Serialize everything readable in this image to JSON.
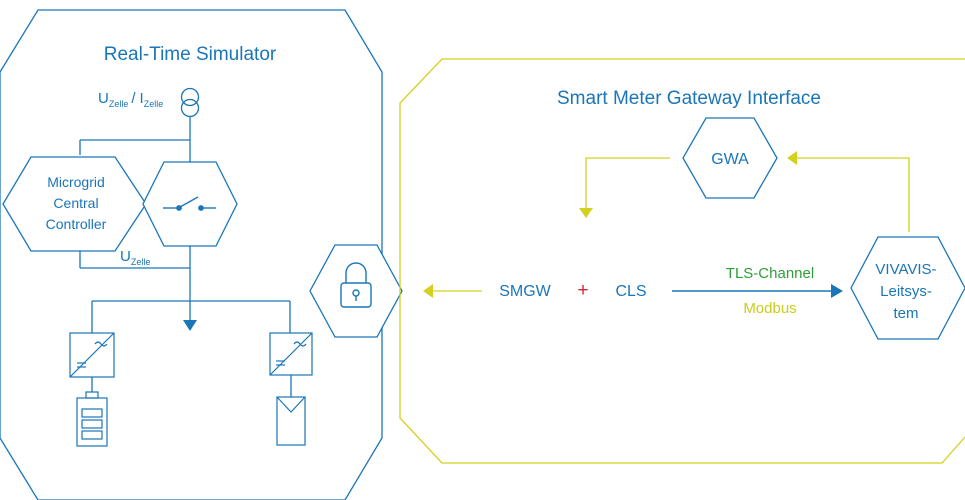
{
  "colors": {
    "blue": "#1a76b8",
    "yellow": "#d2d11e",
    "green": "#2f9e3a",
    "red": "#d8242f"
  },
  "simulator": {
    "title": "Real-Time Simulator",
    "u_label": "U",
    "u_sub": "Zelle",
    "i_label": "I",
    "i_sub": "Zelle",
    "slash": "/",
    "controller_line1": "Microgrid",
    "controller_line2": "Central",
    "controller_line3": "Controller",
    "u_zelle_label": "U",
    "u_zelle_sub": "Zelle"
  },
  "gateway": {
    "title": "Smart Meter Gateway Interface",
    "gwa_label": "GWA",
    "smgw_label": "SMGW",
    "plus": "+",
    "cls_label": "CLS",
    "tls_label": "TLS-Channel",
    "modbus_label": "Modbus",
    "vivavis_line1": "VIVAVIS-",
    "vivavis_line2": "Leitsys-",
    "vivavis_line3": "tem"
  },
  "icons": {
    "lock": "lock-icon",
    "current_source": "current-source-icon",
    "switch": "switch-icon",
    "inverter": "inverter-icon",
    "battery": "battery-icon",
    "solar_panel": "solar-panel-icon"
  }
}
